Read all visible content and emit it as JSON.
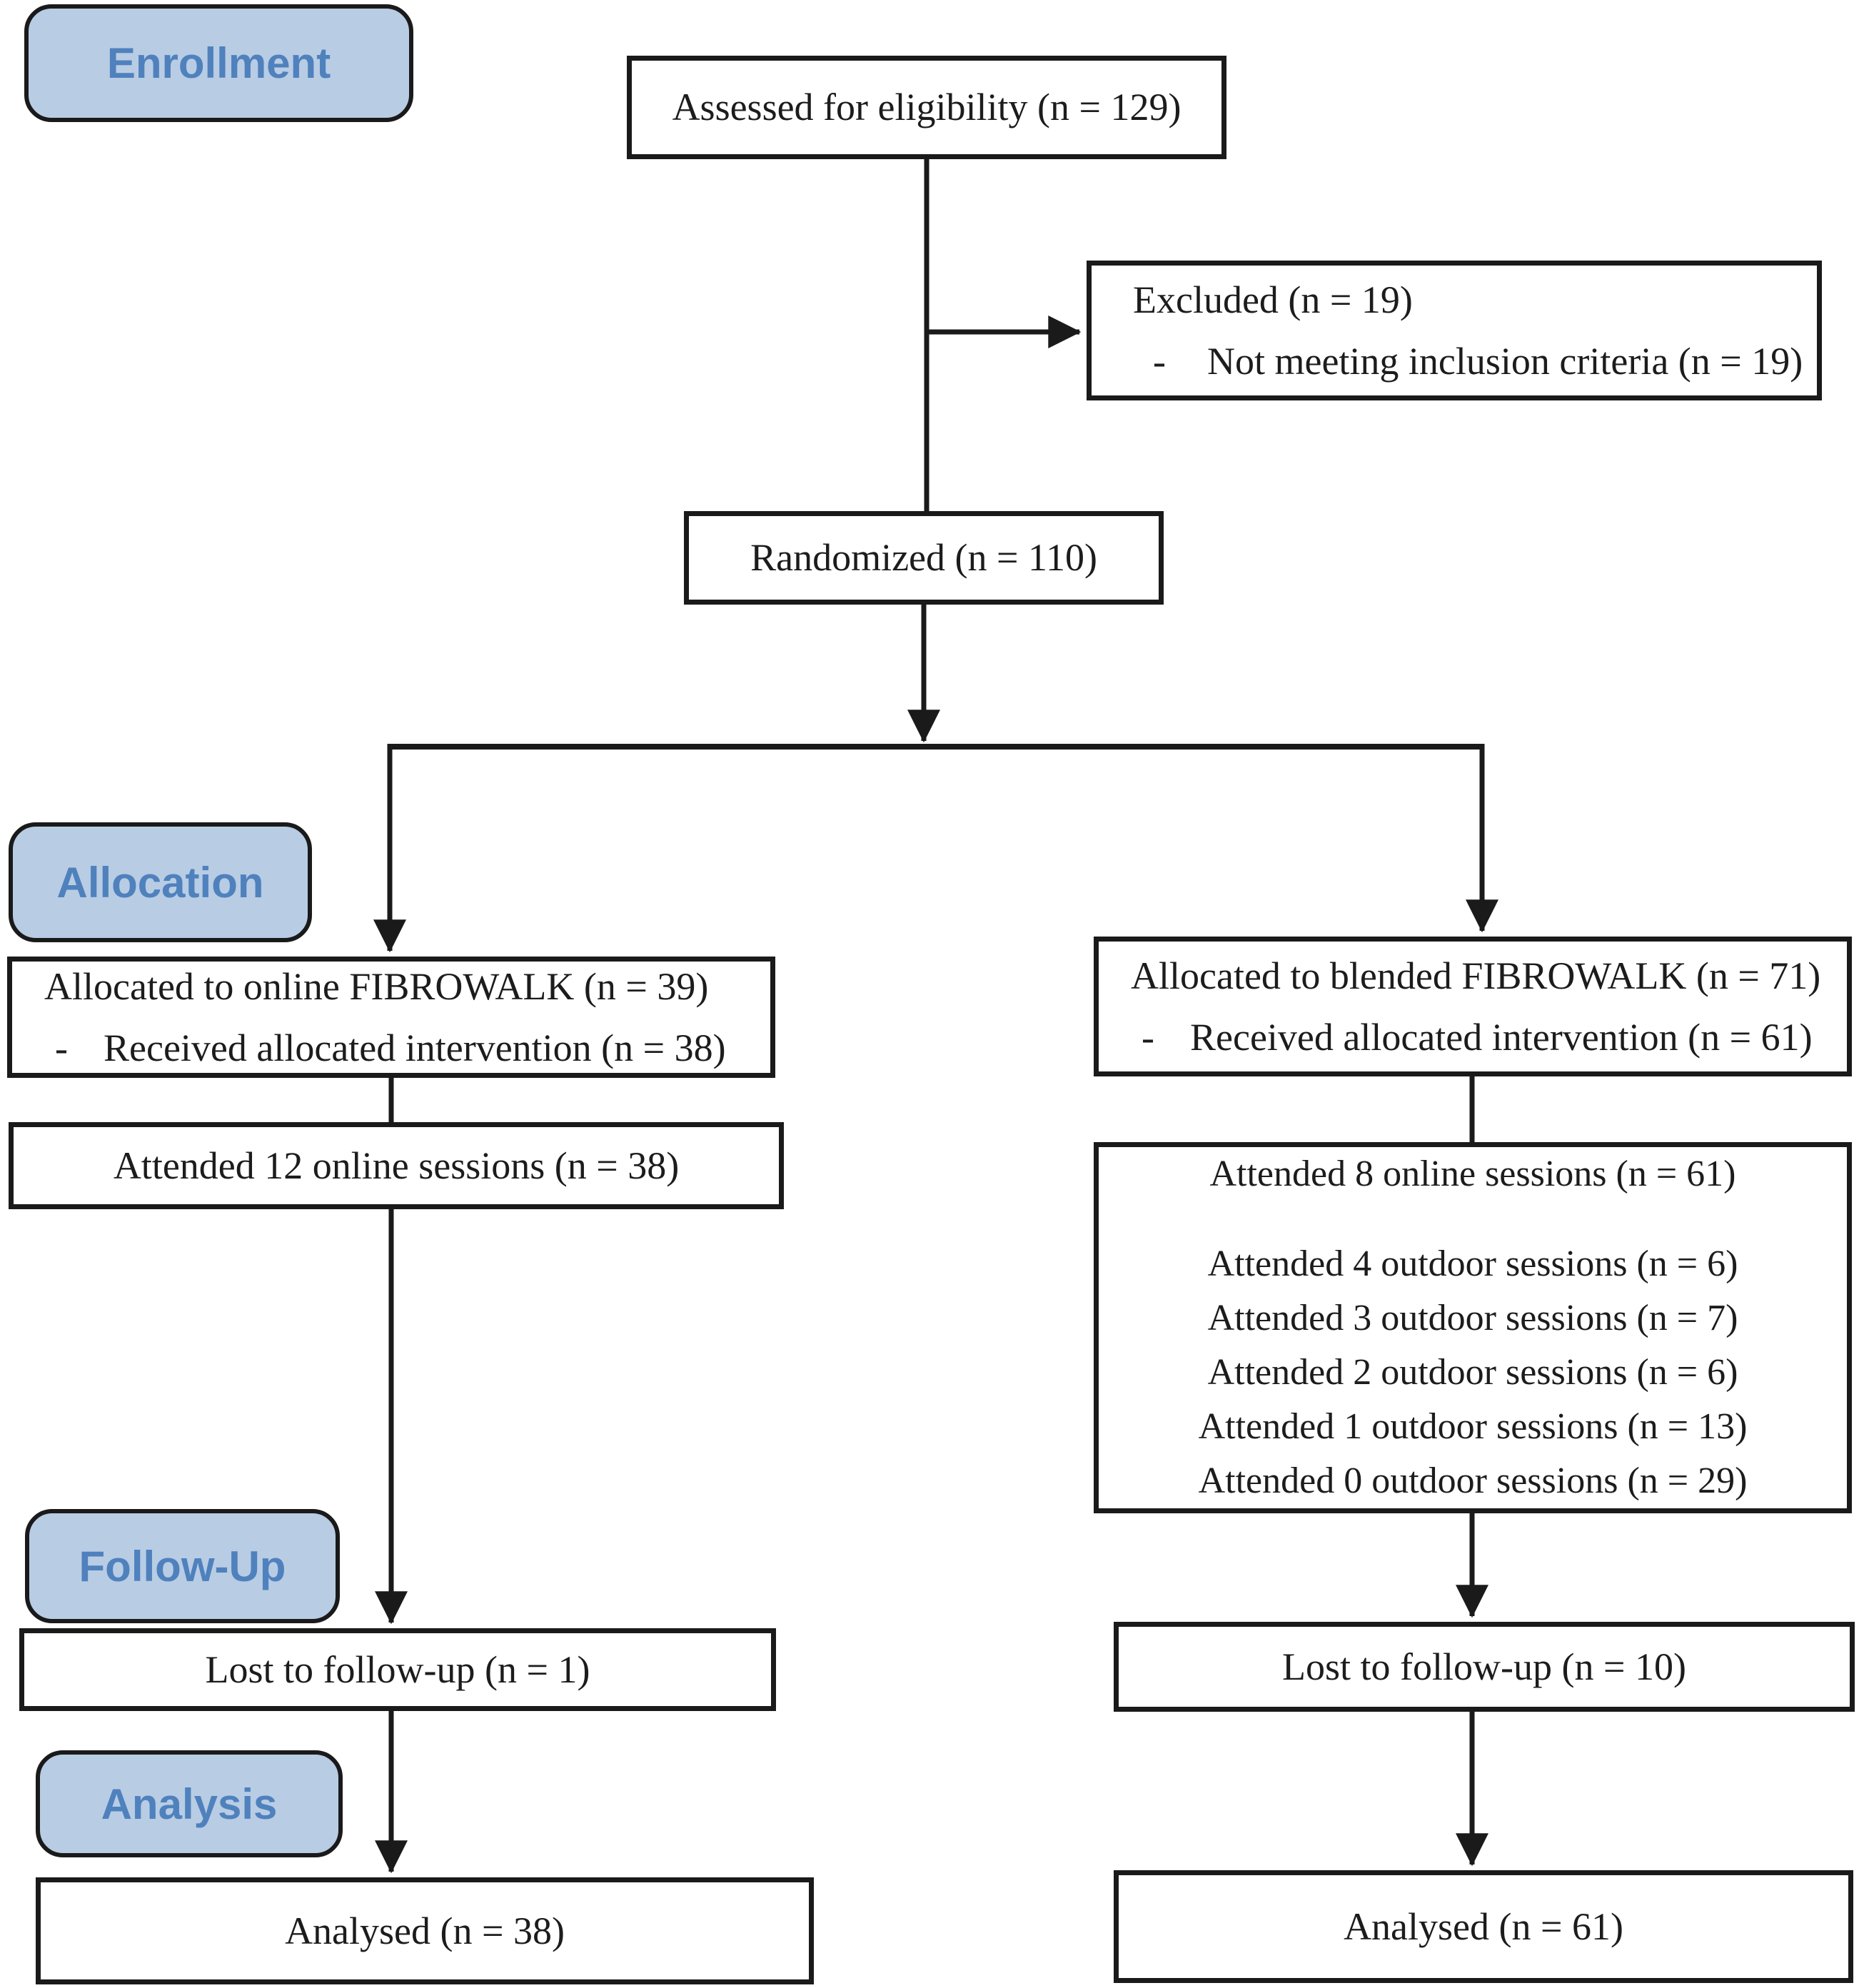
{
  "figure": {
    "type": "consort-flow-diagram",
    "stage_labels": {
      "enrollment": "Enrollment",
      "allocation": "Allocation",
      "followup": "Follow-Up",
      "analysis": "Analysis"
    },
    "boxes": {
      "assessed": {
        "text": "Assessed for eligibility (n = 129)"
      },
      "excluded": {
        "title": "Excluded (n = 19)",
        "bullet": "Not meeting inclusion criteria (n = 19)"
      },
      "randomized": {
        "text": "Randomized (n = 110)"
      },
      "allocation_left": {
        "title": "Allocated to online FIBROWALK (n = 39)",
        "bullet": "Received allocated intervention (n = 38)"
      },
      "allocation_right": {
        "title": "Allocated to blended FIBROWALK (n = 71)",
        "bullet": "Received allocated intervention (n = 61)"
      },
      "attended_left": {
        "text": "Attended 12 online sessions (n = 38)"
      },
      "attended_right": {
        "line1": "Attended 8 online sessions (n = 61)",
        "outdoor": [
          "Attended 4 outdoor sessions (n = 6)",
          "Attended 3 outdoor sessions (n = 7)",
          "Attended 2 outdoor sessions (n = 6)",
          "Attended 1 outdoor sessions (n = 13)",
          "Attended 0 outdoor sessions (n = 29)"
        ]
      },
      "lost_left": {
        "text": "Lost to follow-up (n = 1)"
      },
      "lost_right": {
        "text": "Lost to follow-up (n = 10)"
      },
      "analysed_left": {
        "text": "Analysed (n = 38)"
      },
      "analysed_right": {
        "text": "Analysed (n = 61)"
      }
    },
    "glyphs": {
      "dash": "-"
    },
    "colors": {
      "label_fill": "#b8cce4",
      "label_text": "#4f81bd",
      "line": "#1a1a1a",
      "box_border": "#1a1a1a",
      "background": "#ffffff"
    }
  }
}
